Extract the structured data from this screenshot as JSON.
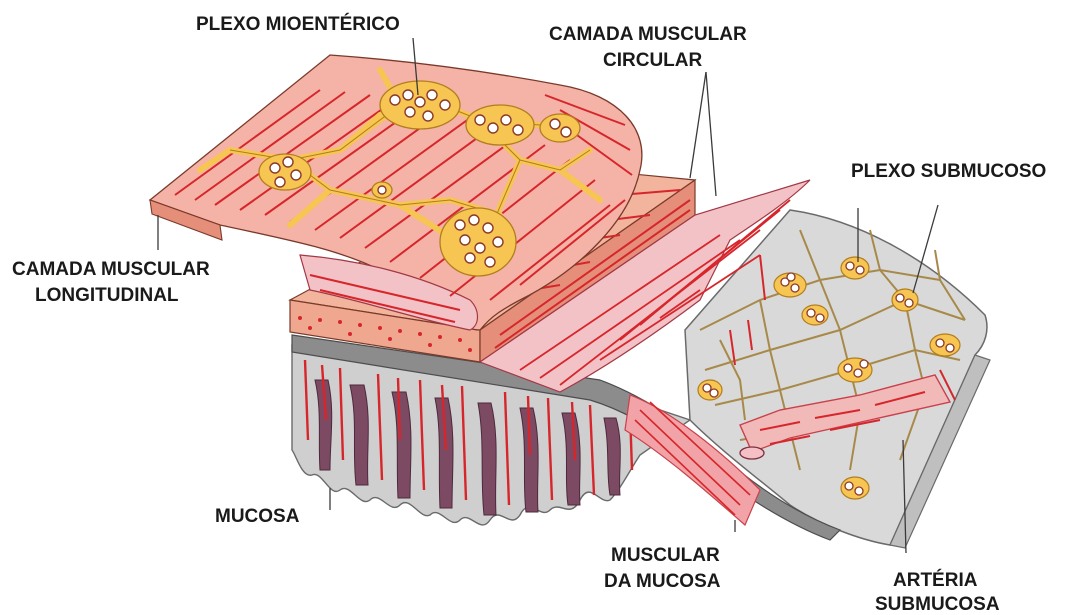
{
  "labels": {
    "plexo_mioenterico": "PLEXO MIOENTÉRICO",
    "camada_circular_l1": "CAMADA MUSCULAR",
    "camada_circular_l2": "CIRCULAR",
    "plexo_submucoso": "PLEXO SUBMUCOSO",
    "camada_longitudinal_l1": "CAMADA MUSCULAR",
    "camada_longitudinal_l2": "LONGITUDINAL",
    "mucosa": "MUCOSA",
    "muscular_mucosa_l1": "MUSCULAR",
    "muscular_mucosa_l2": "DA MUCOSA",
    "arteria_l1": "ARTÉRIA",
    "arteria_l2": "SUBMUCOSA"
  },
  "colors": {
    "muscle_light": "#f4b3a6",
    "muscle_mid": "#ee9c8e",
    "muscle_pink": "#f2c2c6",
    "fiber_red": "#d7262b",
    "nerve_yellow": "#f6c552",
    "nerve_outline": "#b37d1e",
    "submucosa_gray": "#d9d9d9",
    "mucosa_purple": "#7d4a63"
  }
}
